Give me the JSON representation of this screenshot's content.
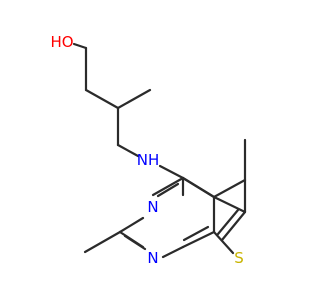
{
  "molecule": {
    "atoms": {
      "hydroxyl": {
        "label": "HO",
        "color": "#ff0000"
      },
      "amine": {
        "label": "NH",
        "color": "#0000ff"
      },
      "pyrimidine_n_top": {
        "label": "N",
        "color": "#0000ff"
      },
      "pyrimidine_n_bottom": {
        "label": "N",
        "color": "#0000ff"
      },
      "thiophene_s": {
        "label": "S",
        "color": "#c8b400"
      }
    },
    "bond_color": "#2b2b2b",
    "background": "#ffffff"
  }
}
